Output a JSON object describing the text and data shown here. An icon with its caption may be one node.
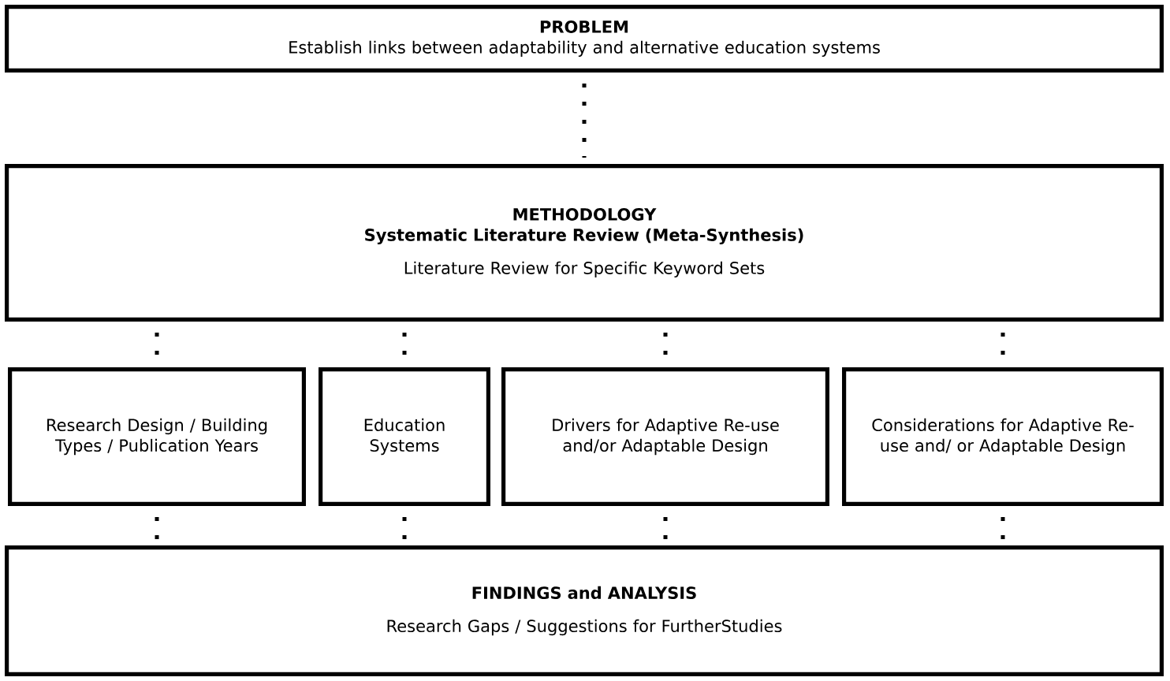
{
  "diagram": {
    "nodes": [
      {
        "text": [
          "PROBLEM",
          "Establish links between adaptability and alternative education systems"
        ]
      },
      {
        "text": [
          "METHODOLOGY",
          "Systematic Literature Review (Meta-Synthesis)",
          "Literature Review for Specific Keyword Sets"
        ]
      },
      {
        "text": [
          "Research Design / Building Types / Publication Years"
        ]
      },
      {
        "text": [
          "Education Systems"
        ]
      },
      {
        "text": [
          "Drivers for Adaptive Re-use and/or Adaptable Design"
        ]
      },
      {
        "text": [
          "Considerations for Adaptive Re-use and/ or Adaptable Design"
        ]
      },
      {
        "text": [
          "FINDINGS and ANALYSIS",
          "Research Gaps / Suggestions for FurtherStudies"
        ]
      }
    ],
    "edges": [
      {
        "from": 0,
        "to": 1,
        "arrow": "none"
      },
      {
        "from": 1,
        "to": 2,
        "arrow": "none"
      },
      {
        "from": 1,
        "to": 3,
        "arrow": "none"
      },
      {
        "from": 1,
        "to": 4,
        "arrow": "none"
      },
      {
        "from": 1,
        "to": 5,
        "arrow": "none"
      },
      {
        "from": 2,
        "to": 6,
        "arrow": "none"
      },
      {
        "from": 3,
        "to": 6,
        "arrow": "none"
      },
      {
        "from": 4,
        "to": 6,
        "arrow": "none"
      },
      {
        "from": 5,
        "to": 6,
        "arrow": "none"
      }
    ]
  }
}
